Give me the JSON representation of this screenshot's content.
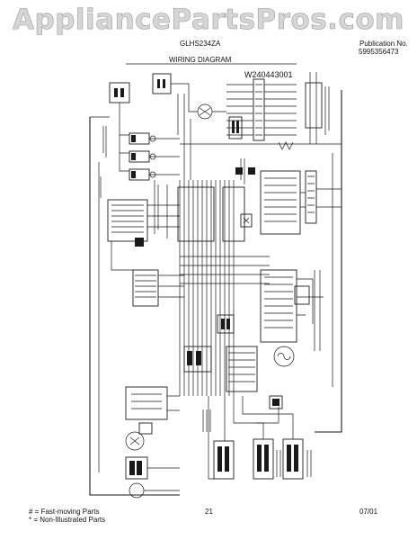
{
  "watermark": "AppliancePartsPros.com",
  "header": {
    "model": "GLHS234ZA",
    "publication_label": "Publication No.",
    "publication_number": "5995356473",
    "title": "WIRING DIAGRAM"
  },
  "diagram": {
    "code": "W240443001"
  },
  "footer": {
    "legend": [
      "# = Fast-moving Parts",
      "* = Non-Illustrated Parts"
    ],
    "page": "21",
    "date": "07/01"
  }
}
